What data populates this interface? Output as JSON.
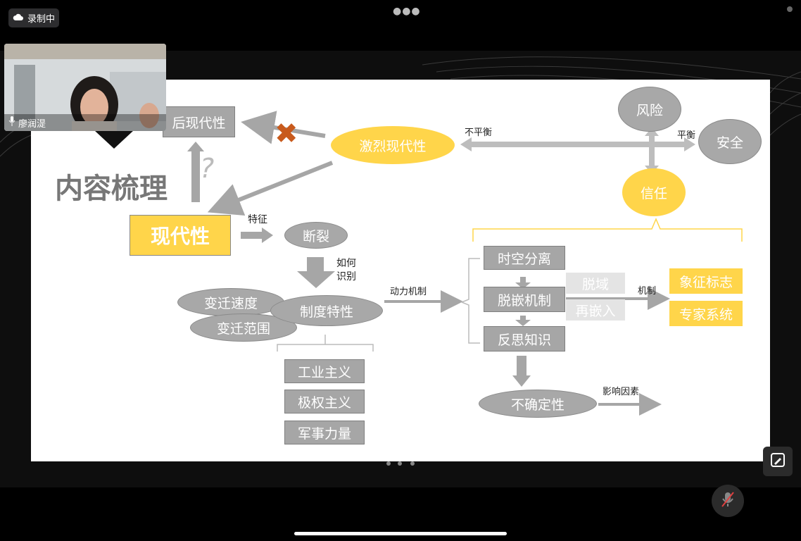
{
  "recording": {
    "label": "录制中"
  },
  "participant": {
    "name": "廖润湜"
  },
  "slide": {
    "title": "内容梳理",
    "nodes": {
      "postmodernity": "后现代性",
      "radical_modernity": "激烈现代性",
      "modernity": "现代性",
      "rupture": "断裂",
      "change_speed": "变迁速度",
      "change_scope": "变迁范围",
      "institutional_traits": "制度特性",
      "industrialism": "工业主义",
      "totalitarianism": "极权主义",
      "military_power": "军事力量",
      "time_space_separation": "时空分离",
      "disembedding": "脱嵌机制",
      "reflexive_knowledge": "反思知识",
      "uncertainty": "不确定性",
      "disembed_domain": "脱域",
      "reembed": "再嵌入",
      "symbolic_tokens": "象征标志",
      "expert_systems": "专家系统",
      "risk": "风险",
      "security": "安全",
      "trust": "信任"
    },
    "labels": {
      "feature": "特征",
      "how_identify": "如何识别",
      "dynamics": "动力机制",
      "mechanism": "机制",
      "imbalance": "不平衡",
      "balance": "平衡",
      "influence": "影响因素",
      "question": "?"
    }
  },
  "colors": {
    "yellow": "#ffd54a",
    "grey": "#a6a6a6",
    "cross": "#c85a1c"
  }
}
